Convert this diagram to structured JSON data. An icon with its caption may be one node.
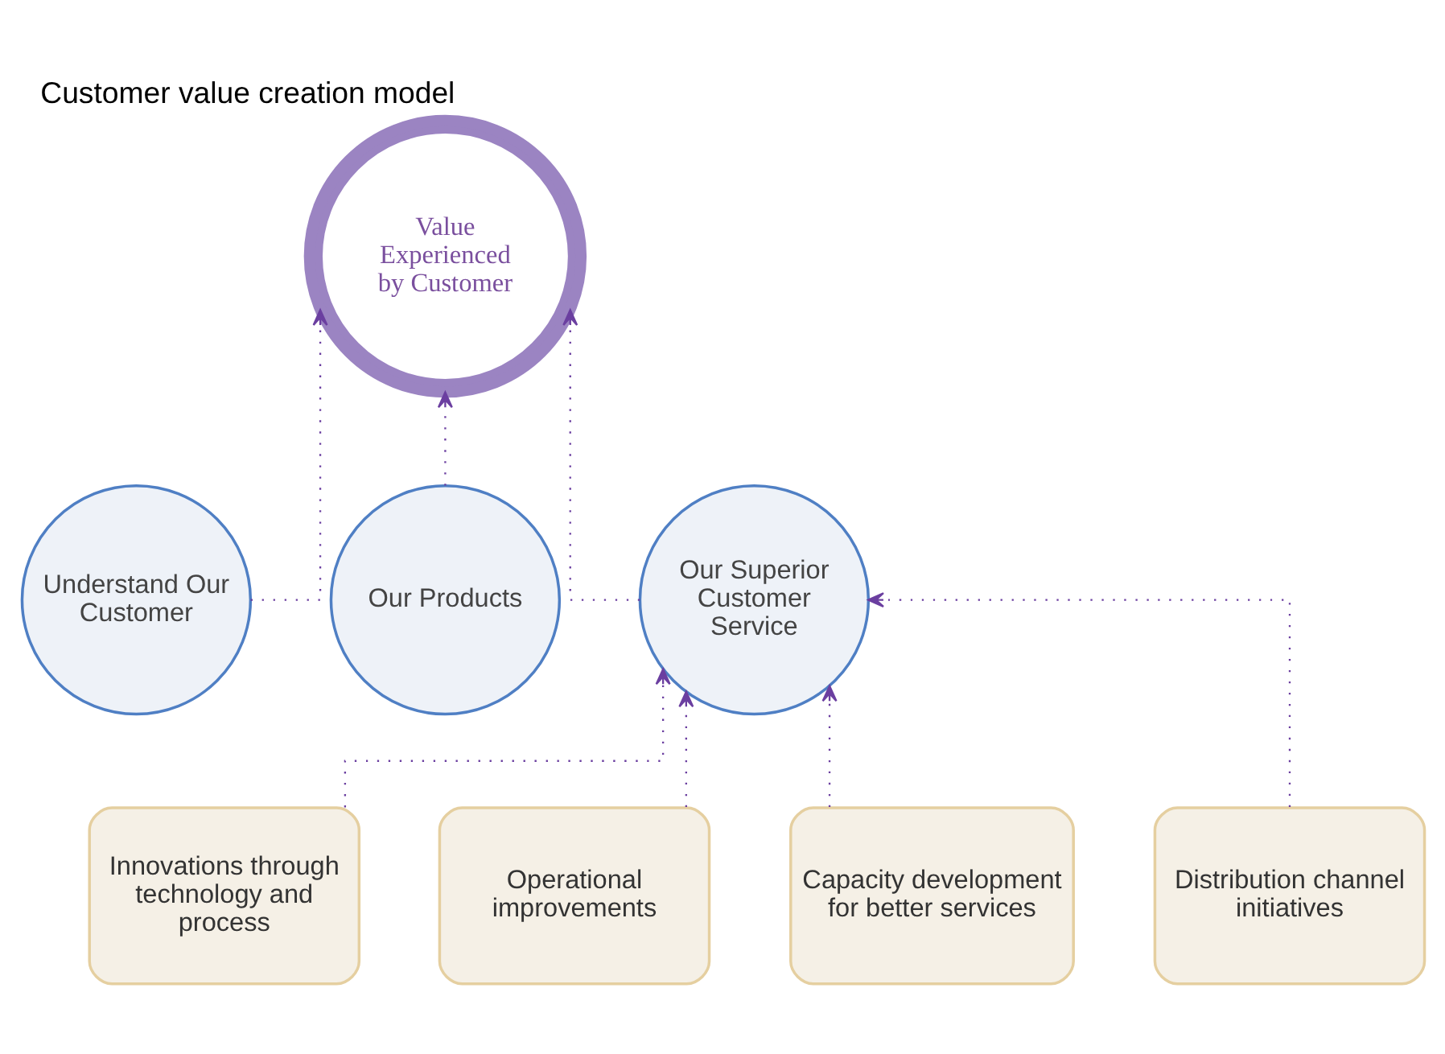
{
  "diagram": {
    "title": "Customer value creation model",
    "nodes": [
      {
        "text": [
          "Value Experienced by Customer"
        ]
      },
      {
        "text": [
          "Understand Our Customer"
        ]
      },
      {
        "text": [
          "Our Products"
        ]
      },
      {
        "text": [
          "Our Superior Customer Service"
        ]
      },
      {
        "text": [
          "Innovations through technology and process"
        ]
      },
      {
        "text": [
          "Operational improvements"
        ]
      },
      {
        "text": [
          "Capacity development for better services"
        ]
      },
      {
        "text": [
          "Distribution channel initiatives"
        ]
      }
    ],
    "edges": [
      {
        "from": 1,
        "to": 0,
        "arrow": "to",
        "style": "dashed"
      },
      {
        "from": 2,
        "to": 0,
        "arrow": "to",
        "style": "dashed"
      },
      {
        "from": 3,
        "to": 0,
        "arrow": "to",
        "style": "dashed"
      },
      {
        "from": 4,
        "to": 3,
        "arrow": "to",
        "style": "dashed"
      },
      {
        "from": 5,
        "to": 3,
        "arrow": "to",
        "style": "dashed"
      },
      {
        "from": 6,
        "to": 3,
        "arrow": "to",
        "style": "dashed"
      },
      {
        "from": 7,
        "to": 3,
        "arrow": "to",
        "style": "dashed"
      }
    ]
  }
}
